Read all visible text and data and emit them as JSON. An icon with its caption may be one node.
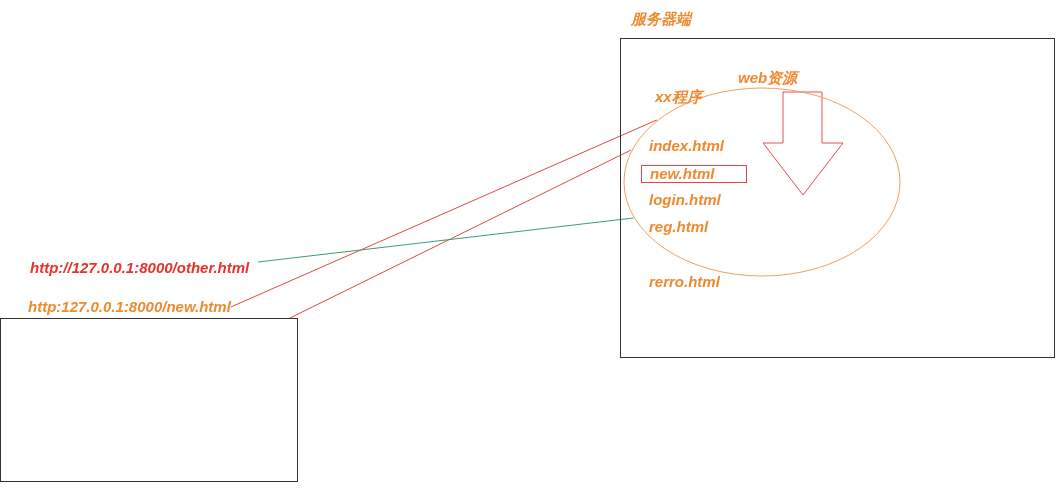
{
  "diagram": {
    "nodes": [
      {
        "text": [
          "服务器端"
        ]
      },
      {
        "text": [
          "xx程序"
        ],
        "in": 0
      },
      {
        "text": [
          "index.html"
        ],
        "in": 1
      },
      {
        "text": [
          "new.html"
        ],
        "in": 1
      },
      {
        "text": [
          "login.html"
        ],
        "in": 1
      },
      {
        "text": [
          "reg.html"
        ],
        "in": 1
      },
      {
        "text": [
          "rerro.html"
        ],
        "in": 0
      },
      {
        "text": [
          "http://127.0.0.1:8000/other.html"
        ]
      },
      {
        "text": [
          "http:127.0.0.1:8000/new.html"
        ]
      },
      {
        "text": [],
        "shape": "box"
      }
    ],
    "edges": [
      {
        "from": 8,
        "to": 1,
        "arrow": "none"
      },
      {
        "from": 9,
        "to": 1,
        "arrow": "none"
      },
      {
        "from": 7,
        "to": 1,
        "arrow": "none",
        "color": "#3a9e6e"
      }
    ],
    "labels": [
      "web资源"
    ]
  }
}
